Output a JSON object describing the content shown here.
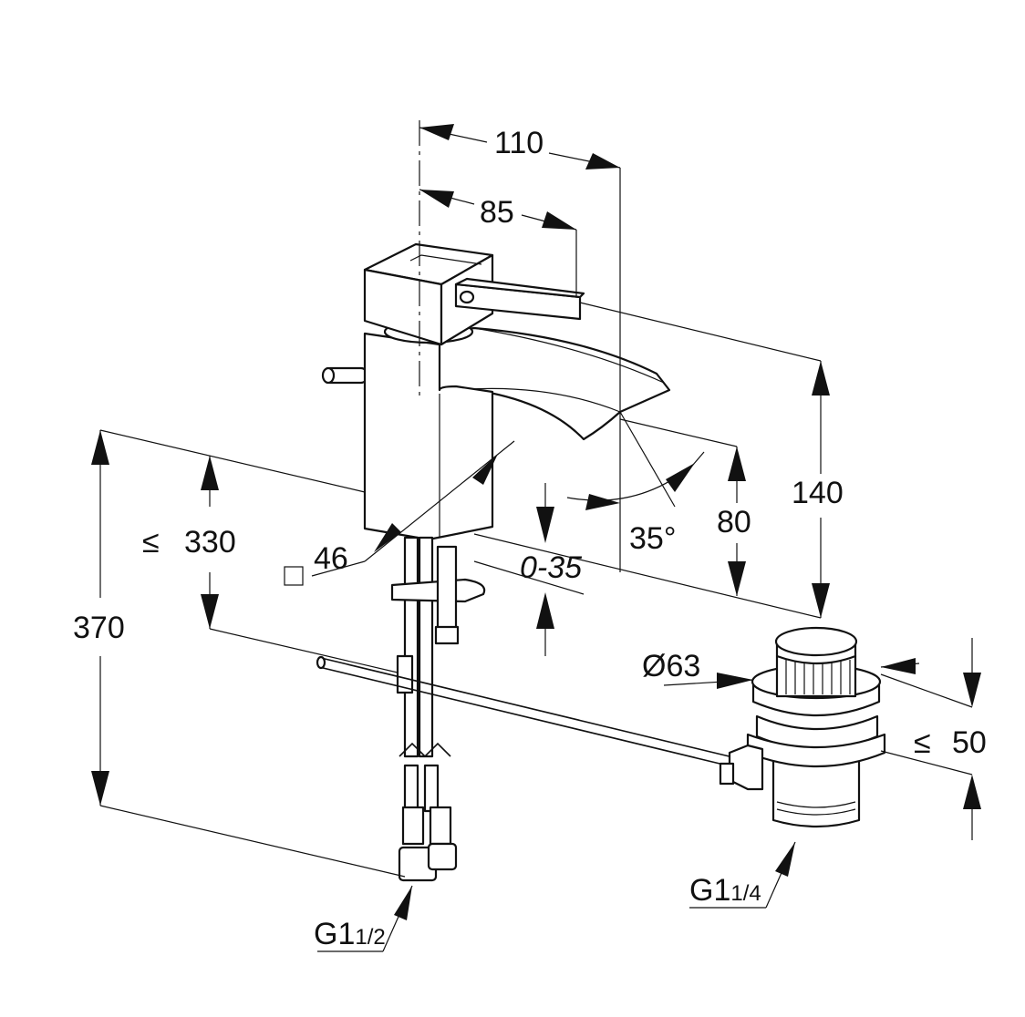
{
  "dimensions": {
    "d110": "110",
    "d85": "85",
    "d140": "140",
    "d80": "80",
    "angle": "35°",
    "stroke": "0-35",
    "square": "46",
    "le330": "330",
    "d370": "370",
    "dia63": "Ø63",
    "le50": "50",
    "le_symbol": "≤",
    "g_half_main": "G1",
    "g_half_sub": "1/2",
    "g_quarter_main": "G1",
    "g_quarter_sub": "1/4"
  },
  "colors": {
    "line": "#111111",
    "background": "#ffffff"
  }
}
